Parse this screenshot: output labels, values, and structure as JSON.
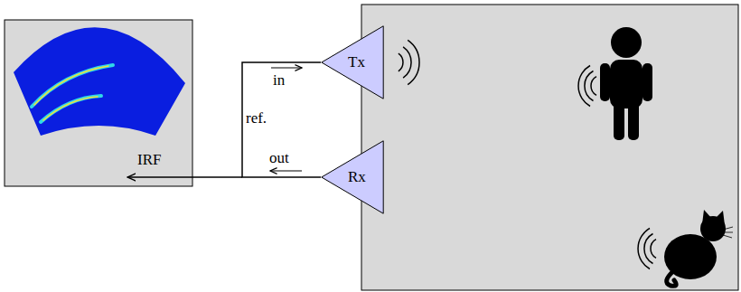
{
  "diagram": {
    "nodes": [
      {
        "text": [
          "Tx"
        ]
      },
      {
        "text": [
          "Rx"
        ]
      }
    ],
    "edges": [
      {
        "from": 0,
        "to": 1,
        "arrow": "none",
        "label": "ref."
      }
    ],
    "labels": [
      "in",
      "out",
      "IRF"
    ]
  }
}
